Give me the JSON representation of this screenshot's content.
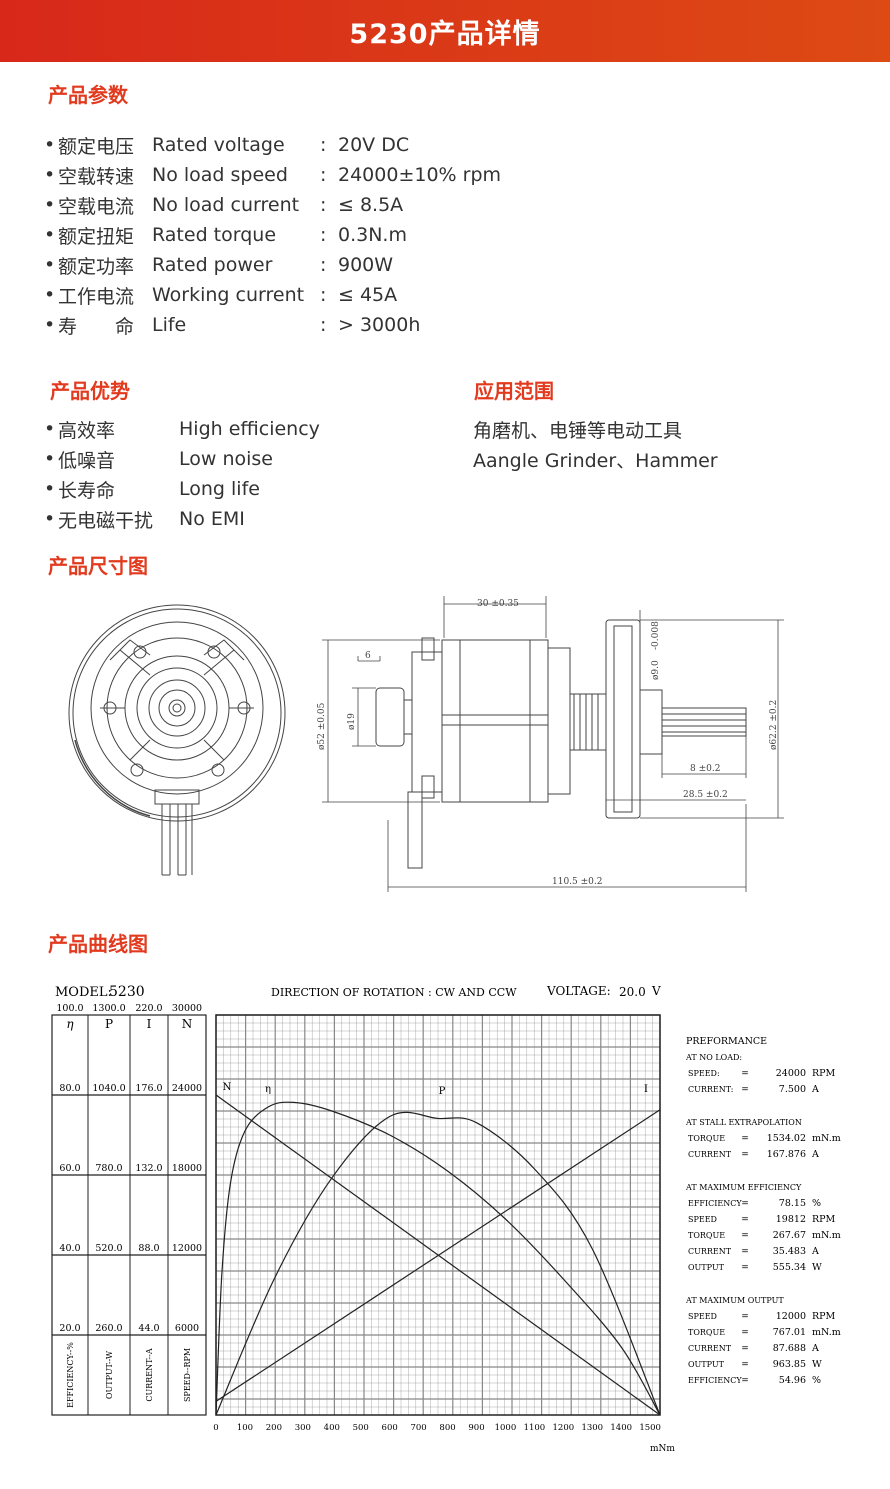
{
  "banner": {
    "title": "5230产品详情"
  },
  "sections": {
    "params": "产品参数",
    "advantages": "产品优势",
    "applications": "应用范围",
    "dimensions": "产品尺寸图",
    "curves": "产品曲线图"
  },
  "specs": [
    {
      "cn": "额定电压",
      "en": "Rated voltage",
      "value": "20V DC"
    },
    {
      "cn": "空载转速",
      "en": "No load speed",
      "value": "24000±10% rpm"
    },
    {
      "cn": "空载电流",
      "en": "No load current",
      "value": "≤ 8.5A"
    },
    {
      "cn": "额定扭矩",
      "en": "Rated torque",
      "value": "0.3N.m"
    },
    {
      "cn": "额定功率",
      "en": "Rated power",
      "value": "900W"
    },
    {
      "cn": "工作电流",
      "en": "Working current",
      "value": "≤ 45A"
    },
    {
      "cn": "寿　　命",
      "en": "Life",
      "value": "> 3000h"
    }
  ],
  "bullet": "•",
  "colon": ":",
  "advantages": [
    {
      "cn": "高效率",
      "en": "High efficiency"
    },
    {
      "cn": "低噪音",
      "en": "Low noise"
    },
    {
      "cn": "长寿命",
      "en": "Long life"
    },
    {
      "cn": "无电磁干扰",
      "en": "No EMI"
    }
  ],
  "applications": {
    "cn": "角磨机、电锤等电动工具",
    "en": "Aangle Grinder、Hammer"
  },
  "dimension_labels": {
    "length_30": "30 ±0.35",
    "d6": "6",
    "d52": "ø52 ±0.05",
    "d19": "ø19",
    "d9": "ø9.0",
    "tol": "-0.008",
    "d62": "ø62.2 ±0.2",
    "len8": "8 ±0.2",
    "len285": "28.5 ±0.2",
    "len1105": "110.5 ±0.2"
  },
  "chart_header": {
    "model_label": "MODEL:",
    "model": "5230",
    "direction": "DIRECTION OF ROTATION : CW AND CCW",
    "voltage_label": "VOLTAGE:",
    "voltage": "20.0",
    "voltage_unit": "V"
  },
  "chart_data": {
    "type": "line",
    "xlabel": "mNm",
    "xlim": [
      0,
      1534
    ],
    "x_ticks": [
      "0",
      "100",
      "200",
      "300",
      "400",
      "500",
      "600",
      "700",
      "800",
      "900",
      "1000",
      "1100",
      "1200",
      "1300",
      "1400",
      "1500"
    ],
    "left_axes": [
      {
        "symbol": "η",
        "label": "EFFICIENCY--%",
        "top": "100.0",
        "ticks": [
          "80.0",
          "60.0",
          "40.0",
          "20.0"
        ]
      },
      {
        "symbol": "P",
        "label": "OUTPUT--W",
        "top": "1300.0",
        "ticks": [
          "1040.0",
          "780.0",
          "520.0",
          "260.0"
        ]
      },
      {
        "symbol": "I",
        "label": "CURRENT--A",
        "top": "220.0",
        "ticks": [
          "176.0",
          "132.0",
          "88.0",
          "44.0"
        ]
      },
      {
        "symbol": "N",
        "label": "SPEED--RPM",
        "top": "30000",
        "ticks": [
          "24000",
          "18000",
          "12000",
          "6000"
        ]
      }
    ],
    "curve_labels": [
      "N",
      "η",
      "P",
      "I"
    ],
    "series": [
      {
        "name": "N",
        "x": [
          0,
          1534
        ],
        "y": [
          24000,
          0
        ]
      },
      {
        "name": "I",
        "x": [
          0,
          1534
        ],
        "y": [
          7.5,
          167.876
        ]
      },
      {
        "name": "P",
        "x": [
          0,
          200,
          400,
          600,
          767,
          900,
          1100,
          1300,
          1534
        ],
        "y": [
          0,
          440,
          770,
          970,
          963.85,
          950,
          800,
          540,
          0
        ]
      },
      {
        "name": "η",
        "x": [
          0,
          20,
          50,
          100,
          180,
          267.67,
          400,
          600,
          800,
          1000,
          1200,
          1400,
          1534
        ],
        "y": [
          0,
          35,
          58,
          71,
          77,
          78.15,
          76,
          70,
          61,
          49,
          34,
          17,
          0
        ]
      }
    ]
  },
  "performance": {
    "title": "PREFORMANCE",
    "groups": [
      {
        "heading": "AT NO LOAD:",
        "rows": [
          {
            "label": "SPEED:",
            "eq": "=",
            "value": "24000",
            "unit": "RPM"
          },
          {
            "label": "CURRENT:",
            "eq": "=",
            "value": "7.500",
            "unit": "A"
          }
        ]
      },
      {
        "heading": "AT STALL EXTRAPOLATION",
        "rows": [
          {
            "label": "TORQUE",
            "eq": "=",
            "value": "1534.02",
            "unit": "mN.m"
          },
          {
            "label": "CURRENT",
            "eq": "=",
            "value": "167.876",
            "unit": "A"
          }
        ]
      },
      {
        "heading": "AT MAXIMUM EFFICIENCY",
        "rows": [
          {
            "label": "EFFICIENCY",
            "eq": "=",
            "value": "78.15",
            "unit": "%"
          },
          {
            "label": "SPEED",
            "eq": "=",
            "value": "19812",
            "unit": "RPM"
          },
          {
            "label": "TORQUE",
            "eq": "=",
            "value": "267.67",
            "unit": "mN.m"
          },
          {
            "label": "CURRENT",
            "eq": "=",
            "value": "35.483",
            "unit": "A"
          },
          {
            "label": "OUTPUT",
            "eq": "=",
            "value": "555.34",
            "unit": "W"
          }
        ]
      },
      {
        "heading": "AT MAXIMUM OUTPUT",
        "rows": [
          {
            "label": "SPEED",
            "eq": "=",
            "value": "12000",
            "unit": "RPM"
          },
          {
            "label": "TORQUE",
            "eq": "=",
            "value": "767.01",
            "unit": "mN.m"
          },
          {
            "label": "CURRENT",
            "eq": "=",
            "value": "87.688",
            "unit": "A"
          },
          {
            "label": "OUTPUT",
            "eq": "=",
            "value": "963.85",
            "unit": "W"
          },
          {
            "label": "EFFICIENCY",
            "eq": "=",
            "value": "54.96",
            "unit": "%"
          }
        ]
      }
    ]
  }
}
